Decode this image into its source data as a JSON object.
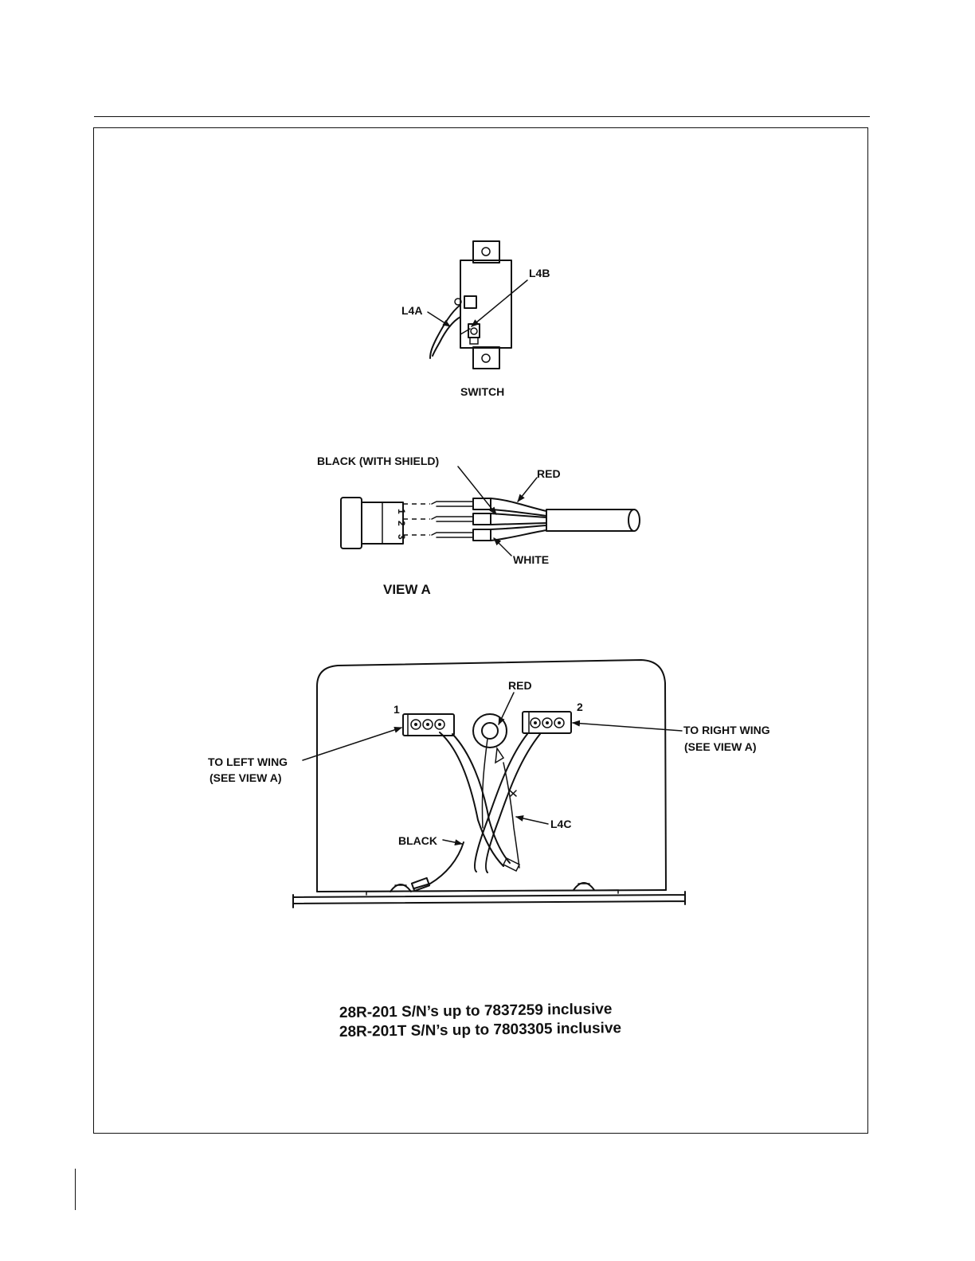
{
  "switch_view": {
    "label_l4a": "L4A",
    "label_l4b": "L4B",
    "caption": "SWITCH"
  },
  "view_a": {
    "label_black": "BLACK (WITH SHIELD)",
    "label_red": "RED",
    "label_white": "WHITE",
    "pin_1": "1",
    "pin_2": "2",
    "pin_3": "3",
    "caption": "VIEW A"
  },
  "panel_view": {
    "label_red": "RED",
    "connector_1": "1",
    "connector_2": "2",
    "label_left_wing": "TO LEFT WING",
    "label_left_see": "(SEE VIEW A)",
    "label_right_wing": "TO RIGHT WING",
    "label_right_see": "(SEE VIEW A)",
    "label_l4c": "L4C",
    "label_black": "BLACK"
  },
  "applicability": {
    "line_1": "28R-201 S/N’s up to 7837259 inclusive",
    "line_2": "28R-201T S/N’s up to 7803305 inclusive"
  }
}
